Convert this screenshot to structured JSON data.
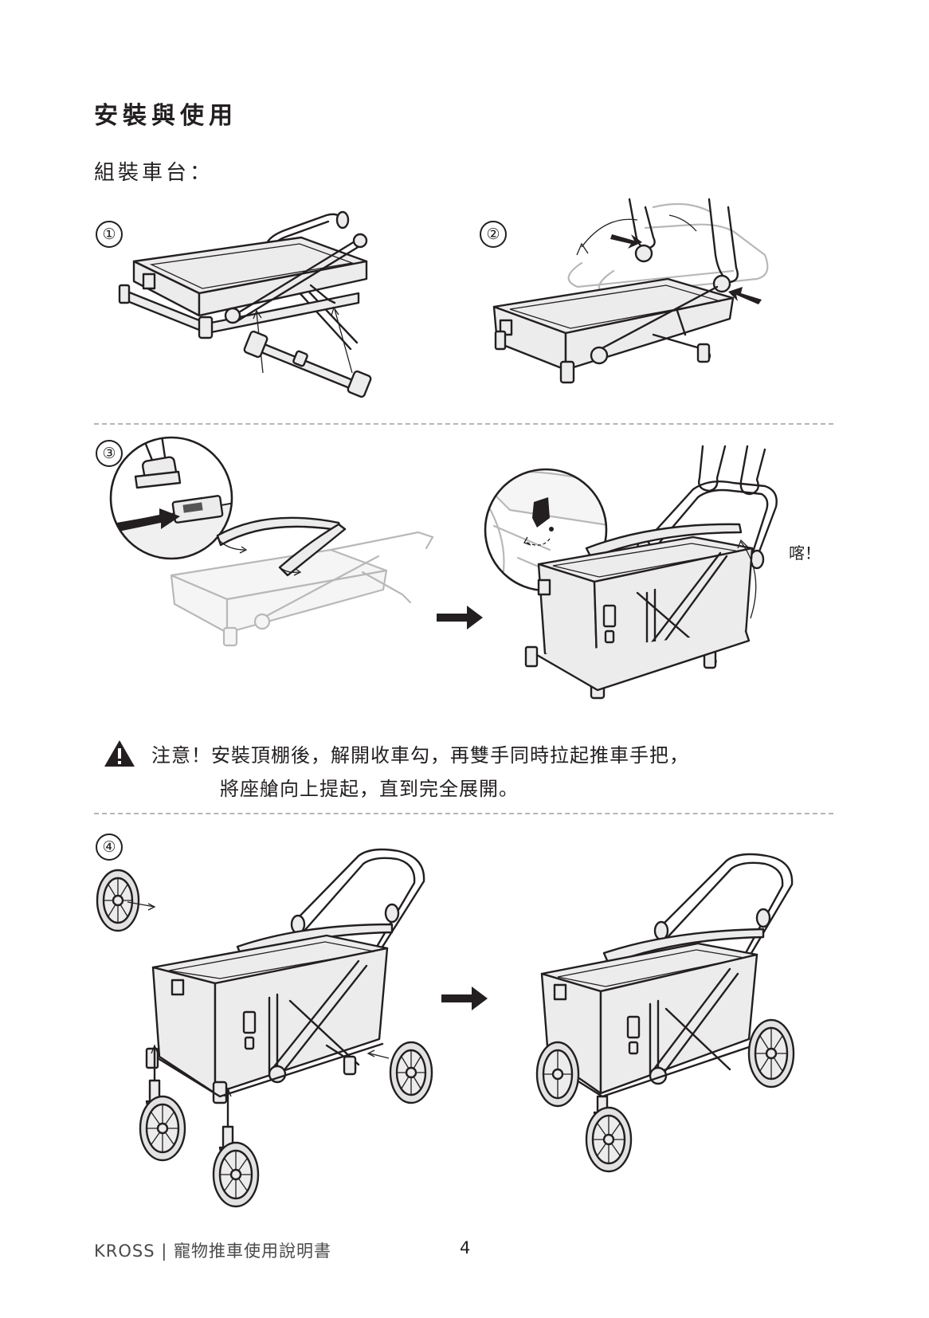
{
  "page": {
    "title": "安裝與使用",
    "subtitle": "組裝車台：",
    "steps": [
      "①",
      "②",
      "③",
      "④"
    ],
    "click_sound": "喀！",
    "warning": {
      "line1": "注意！安裝頂棚後，解開收車勾，再雙手同時拉起推車手把，",
      "line2": "將座艙向上提起，直到完全展開。"
    },
    "footer": "KROSS | 寵物推車使用說明書",
    "page_number": "4"
  },
  "icons": {
    "warning": "warning-triangle-icon",
    "arrow": "right-arrow-icon"
  },
  "colors": {
    "ink": "#231f20",
    "fill": "#ececec",
    "faded": "#b8b8b8"
  }
}
